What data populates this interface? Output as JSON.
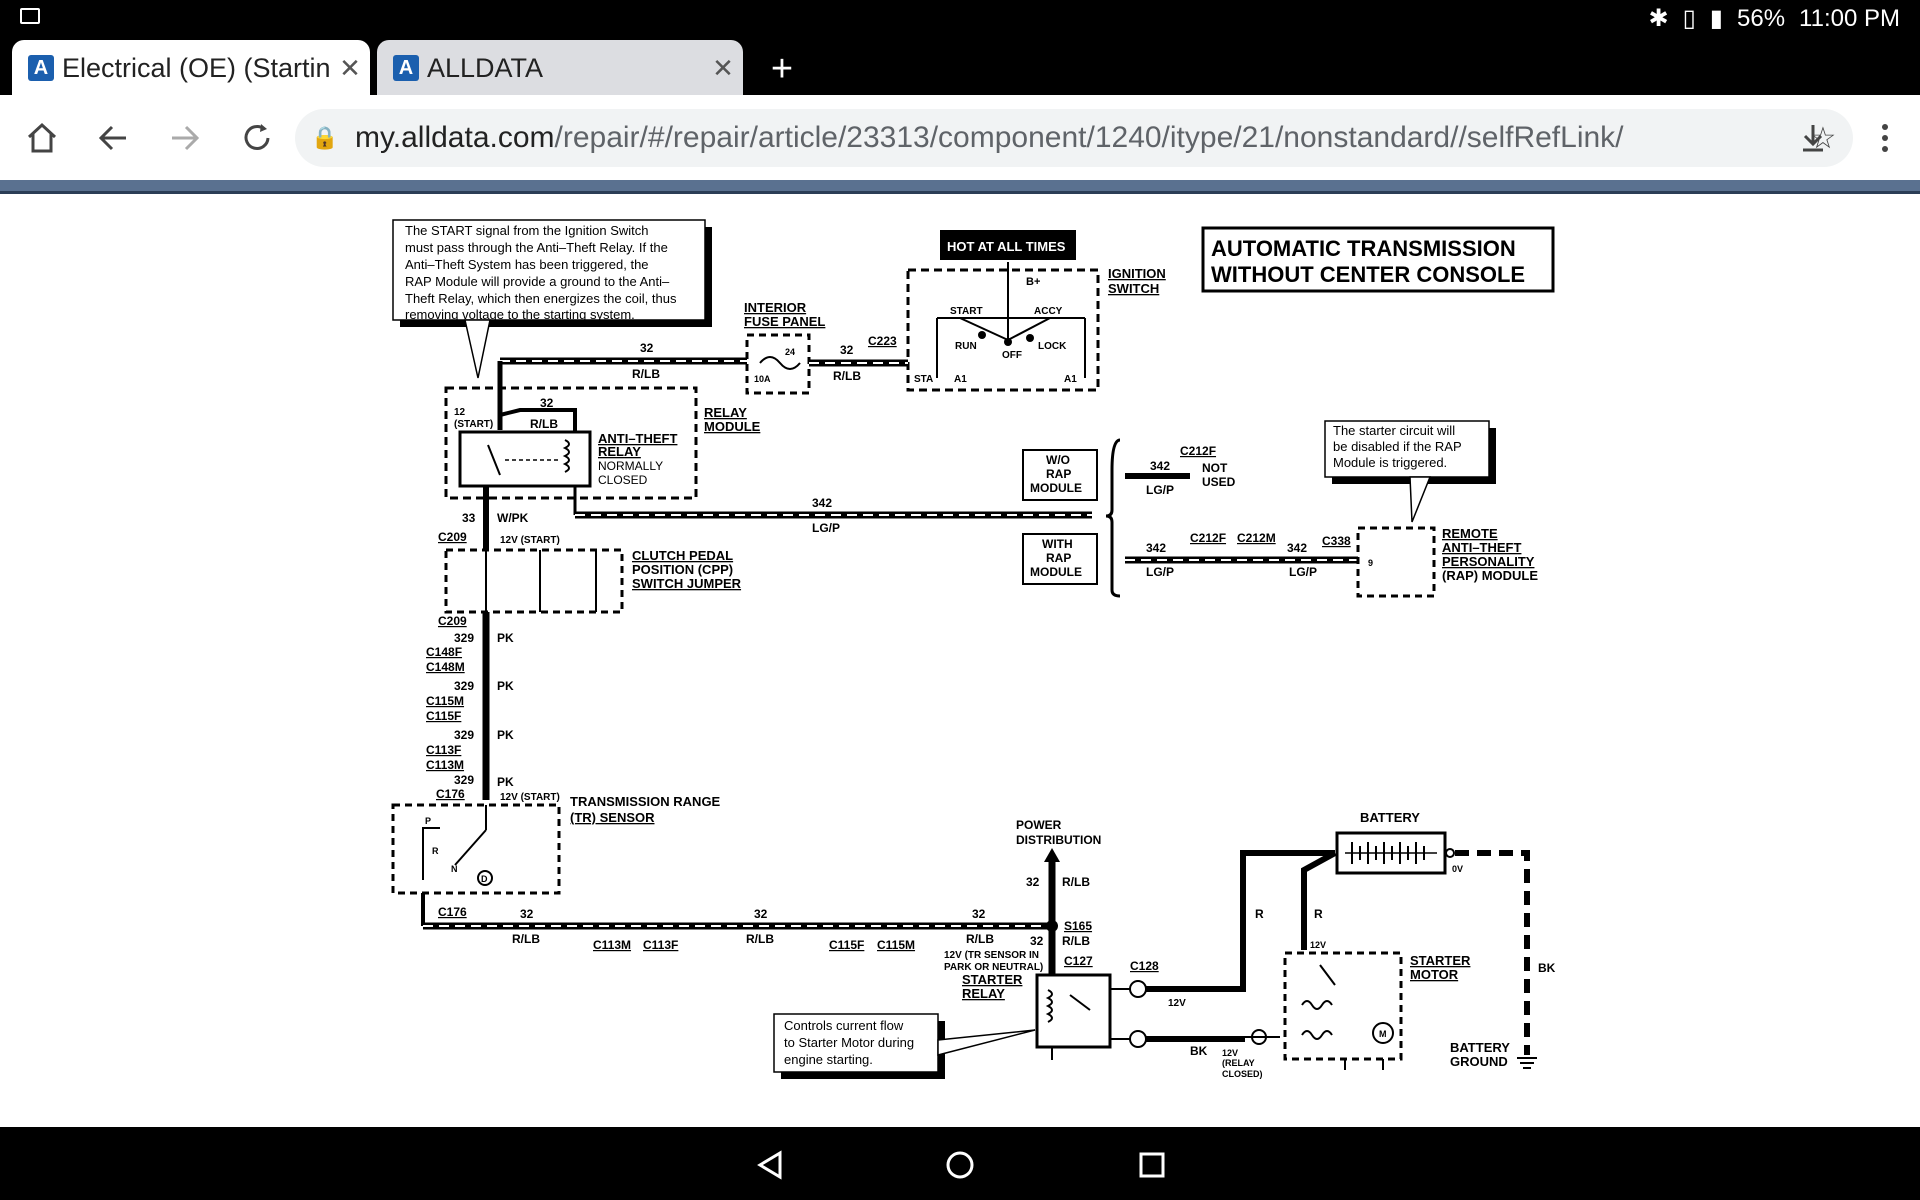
{
  "status_bar": {
    "battery": "56%",
    "time": "11:00 PM",
    "icons": [
      "image-icon",
      "bluetooth-icon",
      "vibrate-icon",
      "battery-icon"
    ]
  },
  "tabs": [
    {
      "title": "Electrical (OE) (Startin",
      "favicon": "A",
      "active": true
    },
    {
      "title": "ALLDATA",
      "favicon": "A",
      "active": false
    }
  ],
  "new_tab_label": "+",
  "omnibox": {
    "host": "my.alldata.com",
    "path": "/repair/#/repair/article/23313/component/1240/itype/21/nonstandard//selfRefLink/"
  },
  "diagram": {
    "title_line1": "AUTOMATIC TRANSMISSION",
    "title_line2": "WITHOUT CENTER CONSOLE",
    "hot_at_all_times": "HOT AT ALL TIMES",
    "callout_start": [
      "The START signal from the Ignition Switch",
      "must pass through the Anti–Theft Relay. If the",
      "Anti–Theft System has been triggered, the",
      "RAP Module will provide a ground to the Anti–",
      "Theft Relay, which then energizes the coil, thus",
      "removing voltage to the starting system."
    ],
    "callout_rap": [
      "The starter circuit will",
      "be disabled if the RAP",
      "Module is triggered."
    ],
    "callout_starter": [
      "Controls current flow",
      "to Starter Motor during",
      "engine starting."
    ],
    "labels": {
      "interior_fuse_panel": [
        "INTERIOR",
        "FUSE PANEL"
      ],
      "ignition_switch": [
        "IGNITION",
        "SWITCH"
      ],
      "relay_module": [
        "RELAY",
        "MODULE"
      ],
      "anti_theft_relay": [
        "ANTI–THEFT",
        "RELAY",
        "NORMALLY",
        "CLOSED"
      ],
      "cpp": [
        "CLUTCH PEDAL",
        "POSITION (CPP)",
        "SWITCH JUMPER"
      ],
      "tr_sensor": [
        "TRANSMISSION RANGE",
        "(TR) SENSOR"
      ],
      "wo_rap": [
        "W/O",
        "RAP",
        "MODULE"
      ],
      "with_rap": [
        "WITH",
        "RAP",
        "MODULE"
      ],
      "not_used": [
        "NOT",
        "USED"
      ],
      "rap_module": [
        "REMOTE",
        "ANTI–THEFT",
        "PERSONALITY",
        "(RAP) MODULE"
      ],
      "power_distribution": [
        "POWER",
        "DISTRIBUTION"
      ],
      "battery": "BATTERY",
      "starter_relay": [
        "STARTER",
        "RELAY"
      ],
      "starter_motor": [
        "STARTER",
        "MOTOR"
      ],
      "battery_ground": [
        "BATTERY",
        "GROUND"
      ],
      "twelve_v_tr": [
        "12V (TR SENSOR IN",
        "PARK OR NEUTRAL)"
      ],
      "relay_closed": [
        "12V",
        "(RELAY",
        "CLOSED)"
      ]
    },
    "wires": {
      "c32": "32",
      "rlb": "R/LB",
      "c342": "342",
      "lgp": "LG/P",
      "c33": "33",
      "wpk": "W/PK",
      "c329": "329",
      "pk": "PK",
      "r": "R",
      "bk": "BK",
      "twelve_v": "12V",
      "zero_v": "0V",
      "twelve_v_start": "12V (START)"
    },
    "connectors": {
      "c223": "C223",
      "c209": "C209",
      "c148f": "C148F",
      "c148m": "C148M",
      "c115m": "C115M",
      "c115f": "C115F",
      "c113f": "C113F",
      "c113m": "C113M",
      "c176": "C176",
      "c212f": "C212F",
      "c212m": "C212M",
      "c338": "C338",
      "s165": "S165",
      "c127": "C127",
      "c128": "C128"
    },
    "switch_positions": {
      "start": "START",
      "run": "RUN",
      "off": "OFF",
      "accy": "ACCY",
      "lock": "LOCK",
      "bplus": "B+",
      "sta": "STA",
      "a1": "A1",
      "fuse_amp": "10A",
      "fuse_num": "24",
      "relay_start": [
        "12",
        "(START)"
      ],
      "rap_pin": "9",
      "pin_p": "P",
      "pin_r": "R",
      "pin_n": "N",
      "pin_d": "D",
      "motor_m": "M"
    }
  }
}
